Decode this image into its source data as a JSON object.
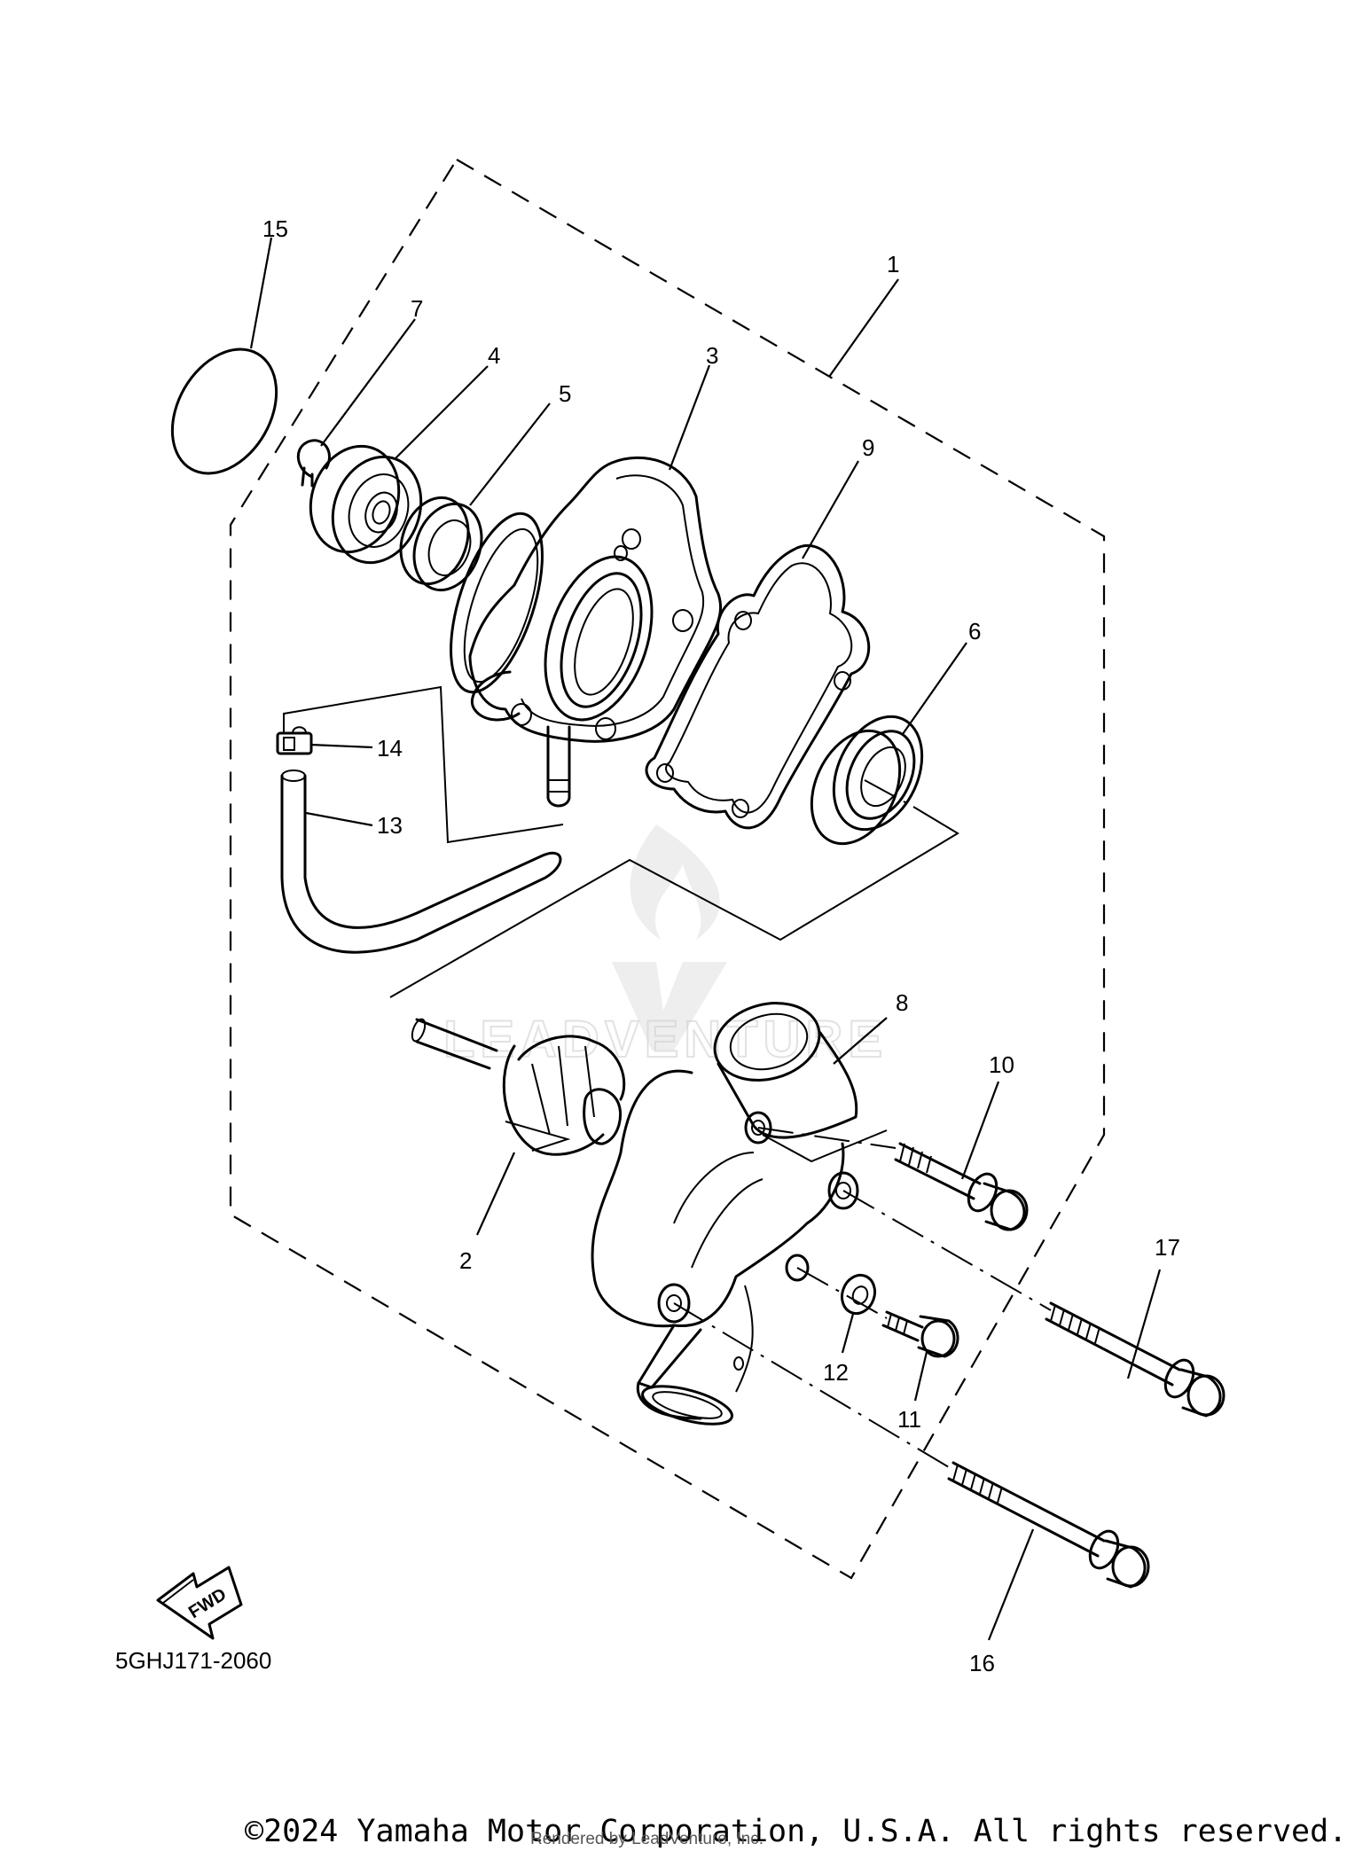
{
  "diagram": {
    "callouts": {
      "c1": "1",
      "c2": "2",
      "c3": "3",
      "c4": "4",
      "c5": "5",
      "c6": "6",
      "c7": "7",
      "c8": "8",
      "c9": "9",
      "c10": "10",
      "c11": "11",
      "c12": "12",
      "c13": "13",
      "c14": "14",
      "c15": "15",
      "c16": "16",
      "c17": "17"
    },
    "fwd_label": "FWD",
    "watermark_text": "LEADVENTURE",
    "part_code": "5GHJ171-2060"
  },
  "footer": {
    "copyright": "©2024 Yamaha Motor Corporation, U.S.A. All rights reserved.",
    "rendered_by": "Rendered by LeadVenture, Inc."
  }
}
